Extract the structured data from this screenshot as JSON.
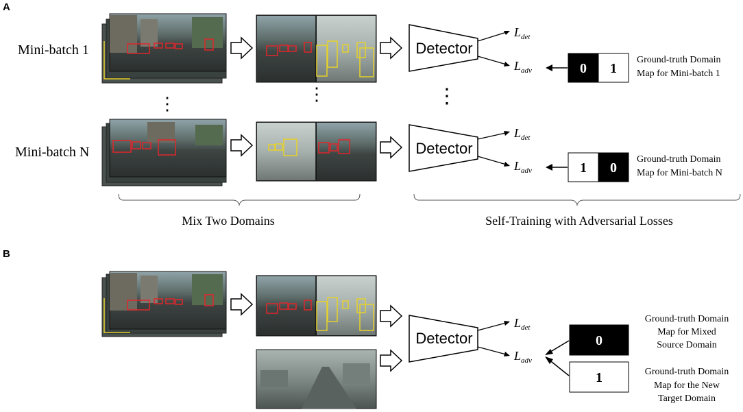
{
  "panels": {
    "a": "A",
    "b": "B"
  },
  "labels": {
    "minibatch1": "Mini-batch 1",
    "minibatchN": "Mini-batch N",
    "mix": "Mix Two Domains",
    "selftrain": "Self-Training with Adversarial Losses",
    "vdots": "⋮"
  },
  "detector": "Detector",
  "losses": {
    "base": "L",
    "det_sub": "det",
    "adv_sub": "adv"
  },
  "maps": {
    "a1": {
      "left": "0",
      "right": "1",
      "line1": "Ground-truth Domain",
      "line2": "Map for Mini-batch 1"
    },
    "aN": {
      "left": "1",
      "right": "0",
      "line1": "Ground-truth Domain",
      "line2": "Map for Mini-batch N"
    },
    "b_source": {
      "value": "0",
      "line1": "Ground-truth Domain",
      "line2": "Map for Mixed",
      "line3": "Source Domain"
    },
    "b_target": {
      "value": "1",
      "line1": "Ground-truth Domain",
      "line2": "Map for the New",
      "line3": "Target Domain"
    }
  },
  "colors": {
    "box_red": "#e0262b",
    "box_yellow": "#e6d22a",
    "black_cell": "#000000"
  }
}
